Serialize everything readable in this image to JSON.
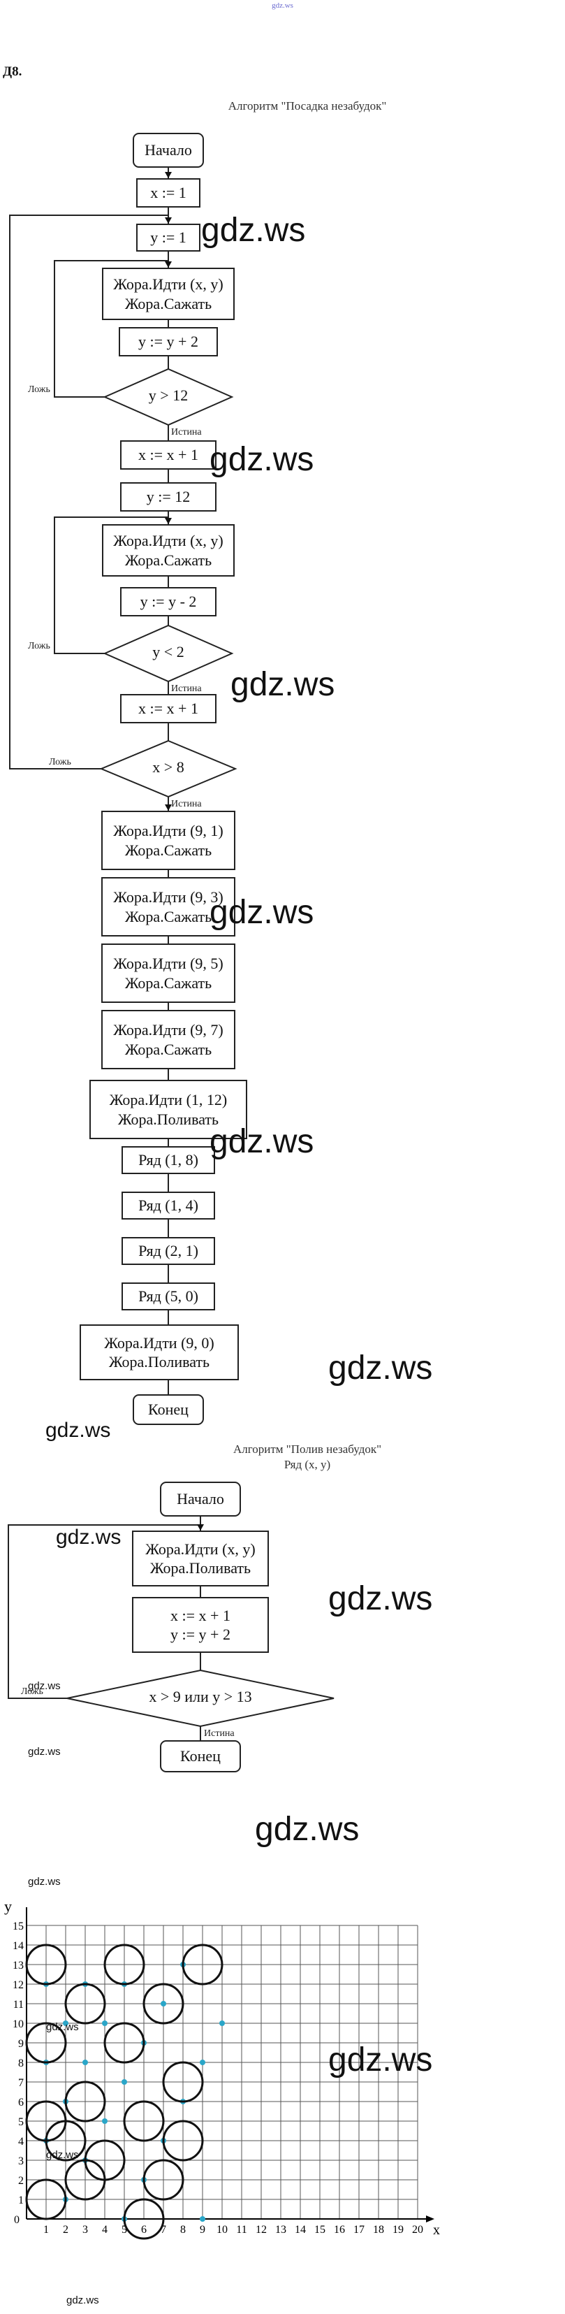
{
  "site": {
    "top_link": "gdz.ws",
    "watermark": "gdz.ws"
  },
  "task_number": "Д8.",
  "alg1": {
    "title": "Алгоритм \"Посадка незабудок\"",
    "start": "Начало",
    "x_init": "x := 1",
    "y_init": "y := 1",
    "loop1_go": "Жора.Идти (x, y)",
    "loop1_plant": "Жора.Сажать",
    "y_inc": "y := y + 2",
    "cond1": "y > 12",
    "x_inc1": "x := x + 1",
    "y_set": "y := 12",
    "loop2_go": "Жора.Идти (x, y)",
    "loop2_plant": "Жора.Сажать",
    "y_dec": "y := y - 2",
    "cond2": "y < 2",
    "x_inc2": "x := x + 1",
    "cond3": "x > 8",
    "false_label": "Ложь",
    "true_label": "Истина",
    "go_9_1": "Жора.Идти (9, 1)",
    "go_9_3": "Жора.Идти (9, 3)",
    "go_9_5": "Жора.Идти (9, 5)",
    "go_9_7": "Жора.Идти (9, 7)",
    "plant": "Жора.Сажать",
    "go_1_12": "Жора.Идти (1, 12)",
    "water": "Жора.Поливать",
    "row_1_8": "Ряд (1, 8)",
    "row_1_4": "Ряд (1, 4)",
    "row_2_1": "Ряд (2, 1)",
    "row_5_0": "Ряд (5, 0)",
    "go_9_0": "Жора.Идти (9, 0)",
    "end": "Конец"
  },
  "alg2": {
    "title": "Алгоритм \"Полив незабудок\"",
    "subtitle": "Ряд (x, y)",
    "start": "Начало",
    "go": "Жора.Идти (x, y)",
    "water": "Жора.Поливать",
    "x_inc": "x := x + 1",
    "y_inc": "y := y + 2",
    "cond": "x > 9 или y > 13",
    "false_label": "Ложь",
    "true_label": "Истина",
    "end": "Конец"
  },
  "chart_data": {
    "type": "scatter",
    "xlabel": "x",
    "ylabel": "y",
    "xlim": [
      0,
      20
    ],
    "ylim": [
      0,
      15
    ],
    "grid": true,
    "x_ticks": [
      "1",
      "2",
      "3",
      "4",
      "5",
      "6",
      "7",
      "8",
      "9",
      "10",
      "11",
      "12",
      "13",
      "14",
      "15",
      "16",
      "17",
      "18",
      "19",
      "20"
    ],
    "y_ticks": [
      "1",
      "2",
      "3",
      "4",
      "5",
      "6",
      "7",
      "8",
      "9",
      "10",
      "11",
      "12",
      "13",
      "14",
      "15"
    ],
    "origin_label": "0",
    "circles": [
      {
        "x": 1,
        "y": 1
      },
      {
        "x": 1,
        "y": 5
      },
      {
        "x": 1,
        "y": 9
      },
      {
        "x": 1,
        "y": 13
      },
      {
        "x": 3,
        "y": 2
      },
      {
        "x": 2,
        "y": 4
      },
      {
        "x": 3,
        "y": 6
      },
      {
        "x": 3,
        "y": 11
      },
      {
        "x": 4,
        "y": 3
      },
      {
        "x": 5,
        "y": 9
      },
      {
        "x": 5,
        "y": 13
      },
      {
        "x": 6,
        "y": 0
      },
      {
        "x": 6,
        "y": 5
      },
      {
        "x": 7,
        "y": 2
      },
      {
        "x": 7,
        "y": 11
      },
      {
        "x": 8,
        "y": 4
      },
      {
        "x": 8,
        "y": 7
      },
      {
        "x": 9,
        "y": 13
      }
    ],
    "water_points": [
      {
        "x": 1,
        "y": 12
      },
      {
        "x": 1,
        "y": 8
      },
      {
        "x": 2,
        "y": 10
      },
      {
        "x": 3,
        "y": 12
      },
      {
        "x": 1,
        "y": 4
      },
      {
        "x": 2,
        "y": 6
      },
      {
        "x": 3,
        "y": 8
      },
      {
        "x": 4,
        "y": 10
      },
      {
        "x": 5,
        "y": 12
      },
      {
        "x": 2,
        "y": 1
      },
      {
        "x": 3,
        "y": 3
      },
      {
        "x": 4,
        "y": 5
      },
      {
        "x": 5,
        "y": 7
      },
      {
        "x": 6,
        "y": 9
      },
      {
        "x": 7,
        "y": 11
      },
      {
        "x": 8,
        "y": 13
      },
      {
        "x": 5,
        "y": 0
      },
      {
        "x": 6,
        "y": 2
      },
      {
        "x": 7,
        "y": 4
      },
      {
        "x": 8,
        "y": 6
      },
      {
        "x": 9,
        "y": 8
      },
      {
        "x": 10,
        "y": 10
      },
      {
        "x": 9,
        "y": 0
      }
    ],
    "circle_color": "#111111",
    "water_color": "#2aa6c8"
  }
}
